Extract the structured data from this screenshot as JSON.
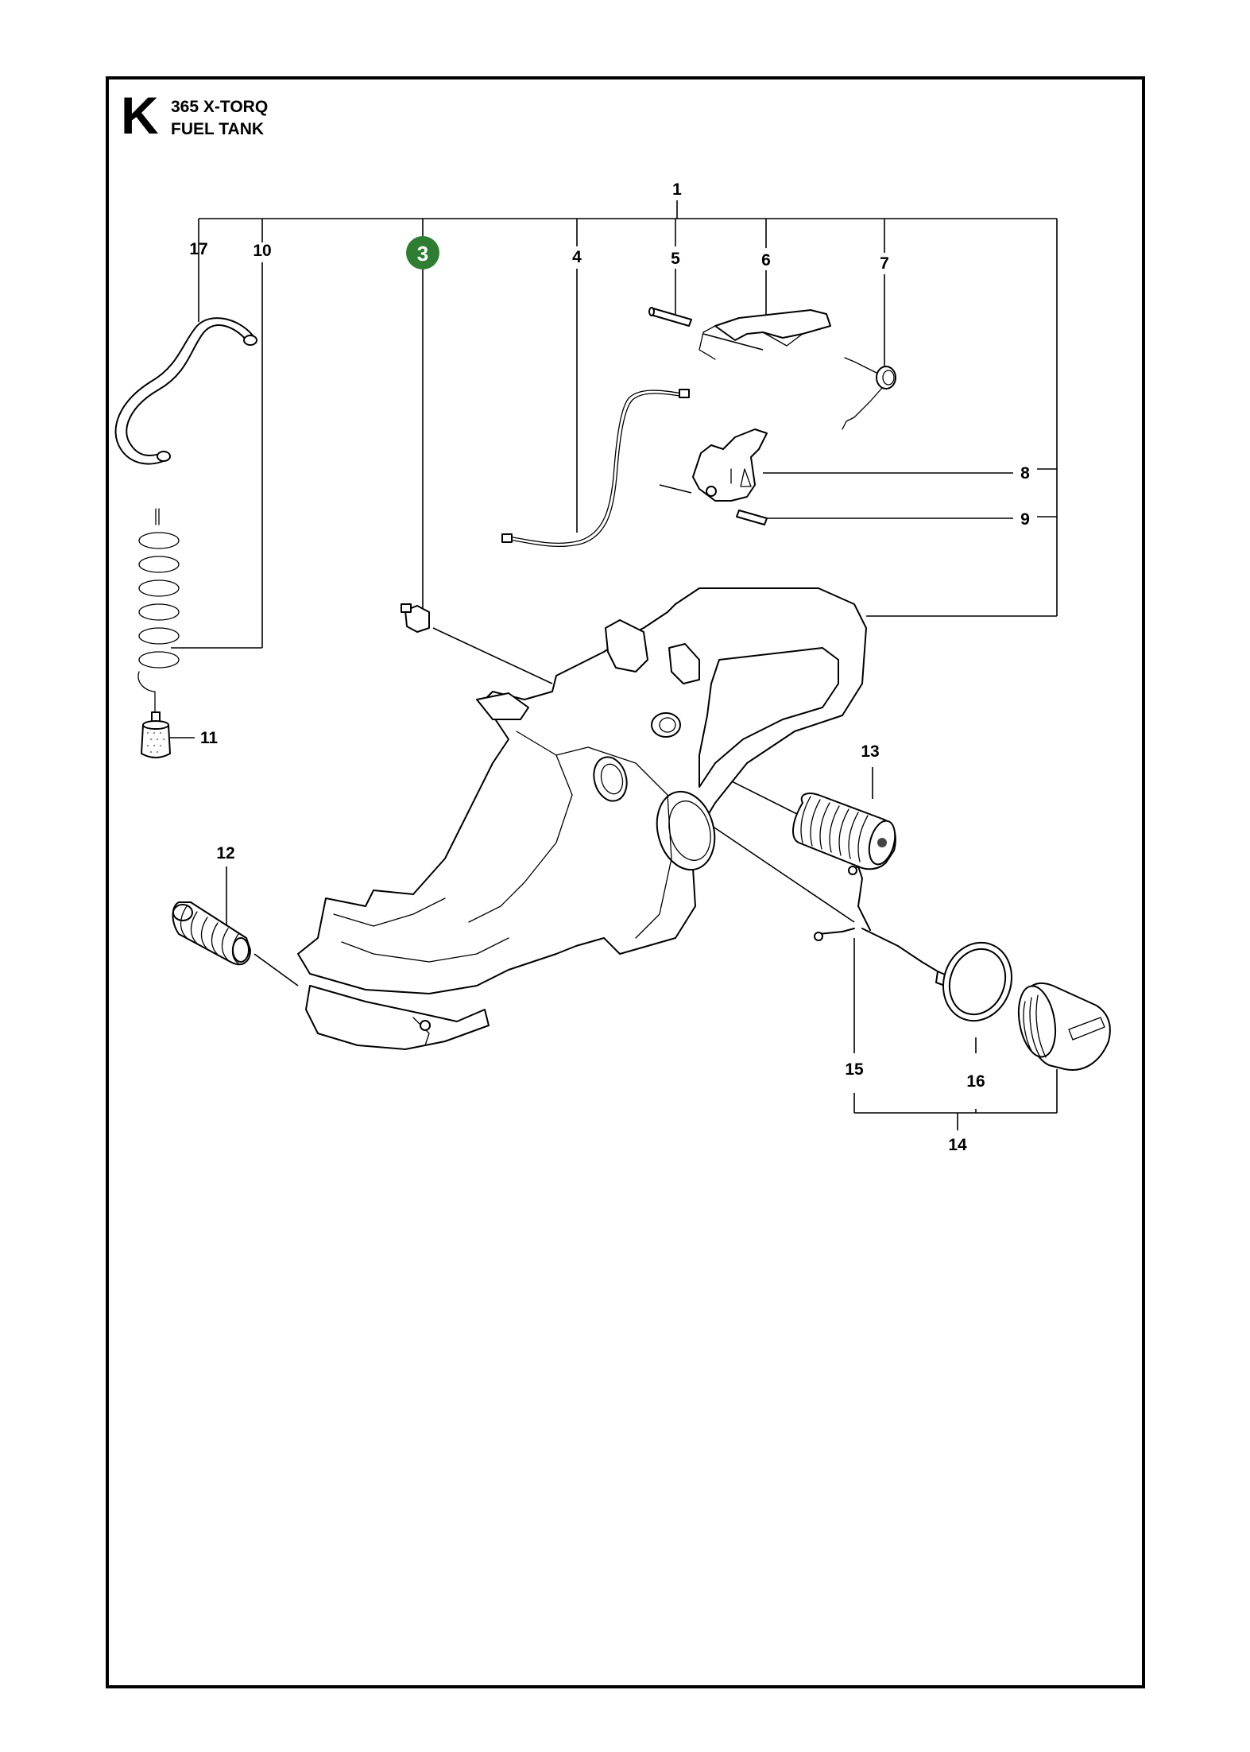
{
  "header": {
    "section_letter": "K",
    "model": "365 X-TORQ",
    "group": "FUEL TANK"
  },
  "highlight_color": "#2e7d32",
  "callouts": {
    "c1": "1",
    "c3": "3",
    "c4": "4",
    "c5": "5",
    "c6": "6",
    "c7": "7",
    "c8": "8",
    "c9": "9",
    "c10": "10",
    "c11": "11",
    "c12": "12",
    "c13": "13",
    "c14": "14",
    "c15": "15",
    "c16": "16",
    "c17": "17"
  }
}
